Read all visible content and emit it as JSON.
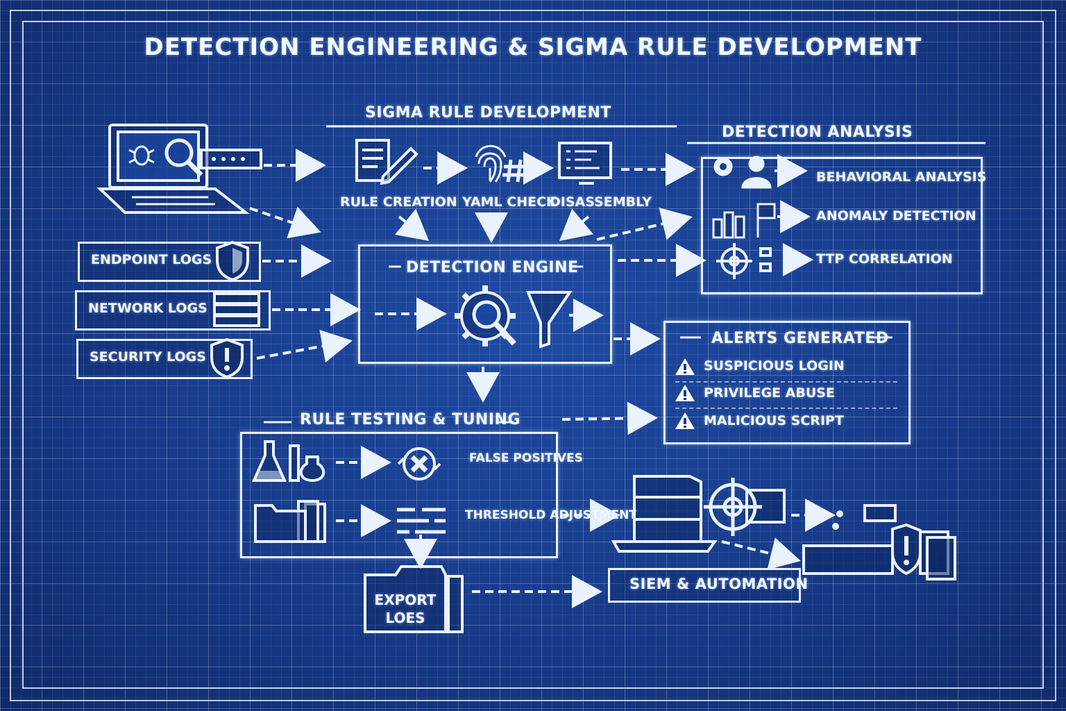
{
  "title": "DETECTION ENGINEERING & SIGMA RULE DEVELOPMENT",
  "sigma": {
    "heading": "SIGMA RULE DEVELOPMENT",
    "steps": [
      "RULE CREATION",
      "YAML CHECK",
      "DISASSEMBLY"
    ]
  },
  "sources": [
    "ENDPOINT LOGS",
    "NETWORK LOGS",
    "SECURITY LOGS"
  ],
  "engine": {
    "heading": "DETECTION ENGINE"
  },
  "analysis": {
    "heading": "DETECTION ANALYSIS",
    "items": [
      "BEHAVIORAL ANALYSIS",
      "ANOMALY DETECTION",
      "TTP CORRELATION"
    ]
  },
  "alerts": {
    "heading": "ALERTS GENERATED",
    "items": [
      "SUSPICIOUS LOGIN",
      "PRIVILEGE ABUSE",
      "MALICIOUS SCRIPT"
    ]
  },
  "testing": {
    "heading": "RULE TESTING & TUNING",
    "items": [
      "FALSE POSITIVES",
      "THRESHOLD ADJUSTMENT"
    ]
  },
  "export": {
    "line1": "EXPORT",
    "line2": "LOES"
  },
  "siem": {
    "label": "SIEM & AUTOMATION"
  },
  "colors": {
    "background": "#173b8a",
    "line": "#eaf2ff",
    "alert_icon_bg": "#ffffff"
  }
}
